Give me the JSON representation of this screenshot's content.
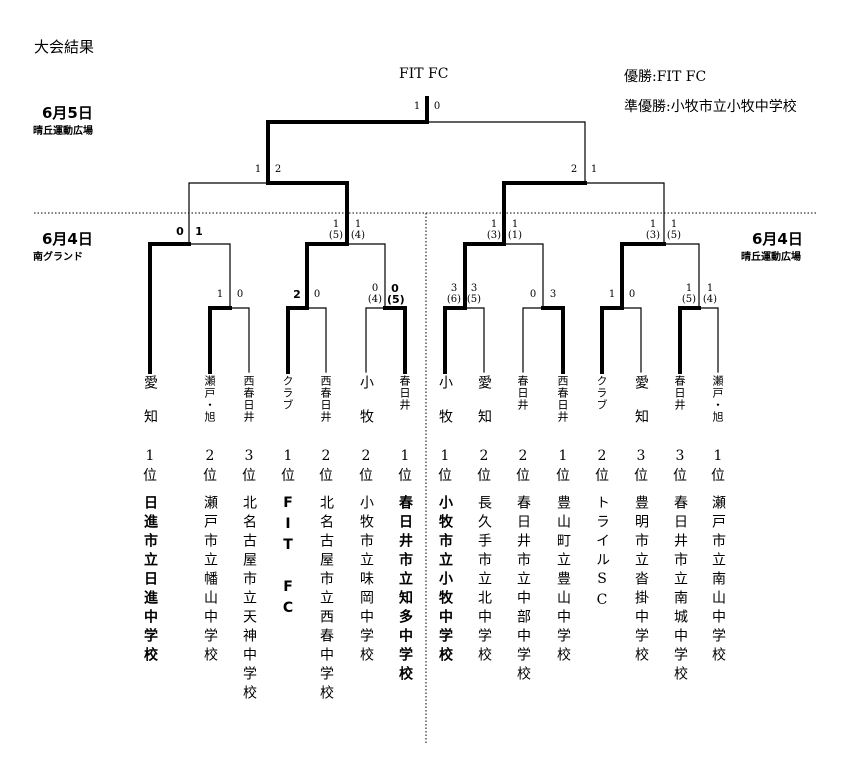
{
  "page_title": "大会結果",
  "final_team": "FIT FC",
  "results": {
    "champion": "優勝:FIT FC",
    "runner_up": "準優勝:小牧市立小牧中学校"
  },
  "days": {
    "final_day": {
      "date": "6月5日",
      "venue": "晴丘運動広場"
    },
    "left_day": {
      "date": "6月4日",
      "venue": "南グランド"
    },
    "right_day": {
      "date": "6月4日",
      "venue": "晴丘運動広場"
    }
  },
  "entries": [
    {
      "region": "愛知",
      "rank": "1位",
      "team": "日進市立日進中学校",
      "winner_bold": true
    },
    {
      "region": "瀬戸・旭",
      "rank": "2位",
      "team": "瀬戸市立幡山中学校",
      "winner_bold": false
    },
    {
      "region": "西春日井",
      "rank": "3位",
      "team": "北名古屋市立天神中学校",
      "winner_bold": false
    },
    {
      "region": "クラブ",
      "rank": "1位",
      "team": "FIT FC",
      "winner_bold": true
    },
    {
      "region": "西春日井",
      "rank": "2位",
      "team": "北名古屋市立西春中学校",
      "winner_bold": false
    },
    {
      "region": "小牧",
      "rank": "2位",
      "team": "小牧市立味岡中学校",
      "winner_bold": false
    },
    {
      "region": "春日井",
      "rank": "1位",
      "team": "春日井市立知多中学校",
      "winner_bold": true
    },
    {
      "region": "小牧",
      "rank": "1位",
      "team": "小牧市立小牧中学校",
      "winner_bold": true
    },
    {
      "region": "愛知",
      "rank": "2位",
      "team": "長久手市立北中学校",
      "winner_bold": false
    },
    {
      "region": "春日井",
      "rank": "2位",
      "team": "春日井市立中部中学校",
      "winner_bold": false
    },
    {
      "region": "西春日井",
      "rank": "1位",
      "team": "豊山町立豊山中学校",
      "winner_bold": false
    },
    {
      "region": "クラブ",
      "rank": "2位",
      "team": "トライルSC",
      "winner_bold": false
    },
    {
      "region": "愛知",
      "rank": "3位",
      "team": "豊明市立沓掛中学校",
      "winner_bold": false
    },
    {
      "region": "春日井",
      "rank": "3位",
      "team": "春日井市立南城中学校",
      "winner_bold": false
    },
    {
      "region": "瀬戸・旭",
      "rank": "1位",
      "team": "瀬戸市立南山中学校",
      "winner_bold": false
    }
  ],
  "scores": {
    "final": [
      "1",
      "0"
    ],
    "semi_left": [
      "1",
      "2"
    ],
    "semi_right": [
      "2",
      "1"
    ],
    "qf1": [
      "0",
      "1"
    ],
    "qf2": [
      "1\n(5)",
      "1\n(4)"
    ],
    "qf3": [
      "1\n(3)",
      "1\n(1)"
    ],
    "qf4": [
      "1\n(3)",
      "1\n(5)"
    ],
    "r1_2_3": [
      "1",
      "0"
    ],
    "r1_4_5": [
      "2",
      "0"
    ],
    "r1_6_7": [
      "0\n(4)",
      "0\n(5)"
    ],
    "r1_8_9": [
      "3\n(6)",
      "3\n(5)"
    ],
    "r1_10_11": [
      "0",
      "3"
    ],
    "r1_12_13": [
      "1",
      "0"
    ],
    "r1_14_15": [
      "1\n(5)",
      "1\n(4)"
    ]
  }
}
